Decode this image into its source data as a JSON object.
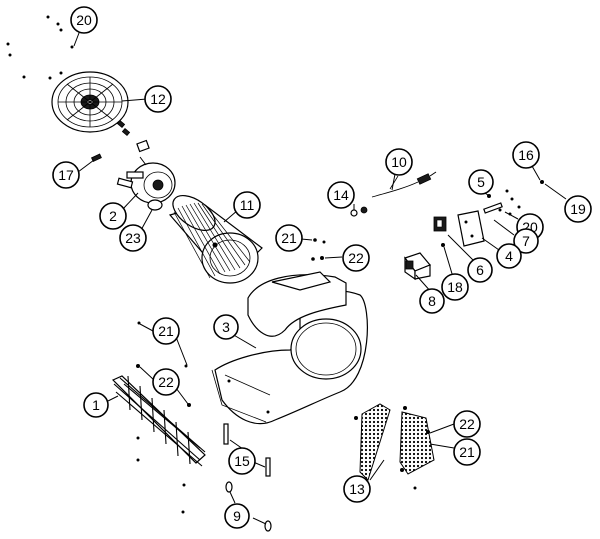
{
  "diagram": {
    "callouts": [
      {
        "id": "c20a",
        "label": "20"
      },
      {
        "id": "c12",
        "label": "12"
      },
      {
        "id": "c17",
        "label": "17"
      },
      {
        "id": "c2",
        "label": "2"
      },
      {
        "id": "c23",
        "label": "23"
      },
      {
        "id": "c11",
        "label": "11"
      },
      {
        "id": "c10",
        "label": "10"
      },
      {
        "id": "c14",
        "label": "14"
      },
      {
        "id": "c21a",
        "label": "21"
      },
      {
        "id": "c22a",
        "label": "22"
      },
      {
        "id": "c16",
        "label": "16"
      },
      {
        "id": "c5",
        "label": "5"
      },
      {
        "id": "c19",
        "label": "19"
      },
      {
        "id": "c20b",
        "label": "20"
      },
      {
        "id": "c7",
        "label": "7"
      },
      {
        "id": "c4",
        "label": "4"
      },
      {
        "id": "c6",
        "label": "6"
      },
      {
        "id": "c18",
        "label": "18"
      },
      {
        "id": "c8",
        "label": "8"
      },
      {
        "id": "c3",
        "label": "3"
      },
      {
        "id": "c21b",
        "label": "21"
      },
      {
        "id": "c22b",
        "label": "22"
      },
      {
        "id": "c1",
        "label": "1"
      },
      {
        "id": "c15",
        "label": "15"
      },
      {
        "id": "c9",
        "label": "9"
      },
      {
        "id": "c13",
        "label": "13"
      },
      {
        "id": "c22c",
        "label": "22"
      },
      {
        "id": "c21c",
        "label": "21"
      }
    ]
  }
}
